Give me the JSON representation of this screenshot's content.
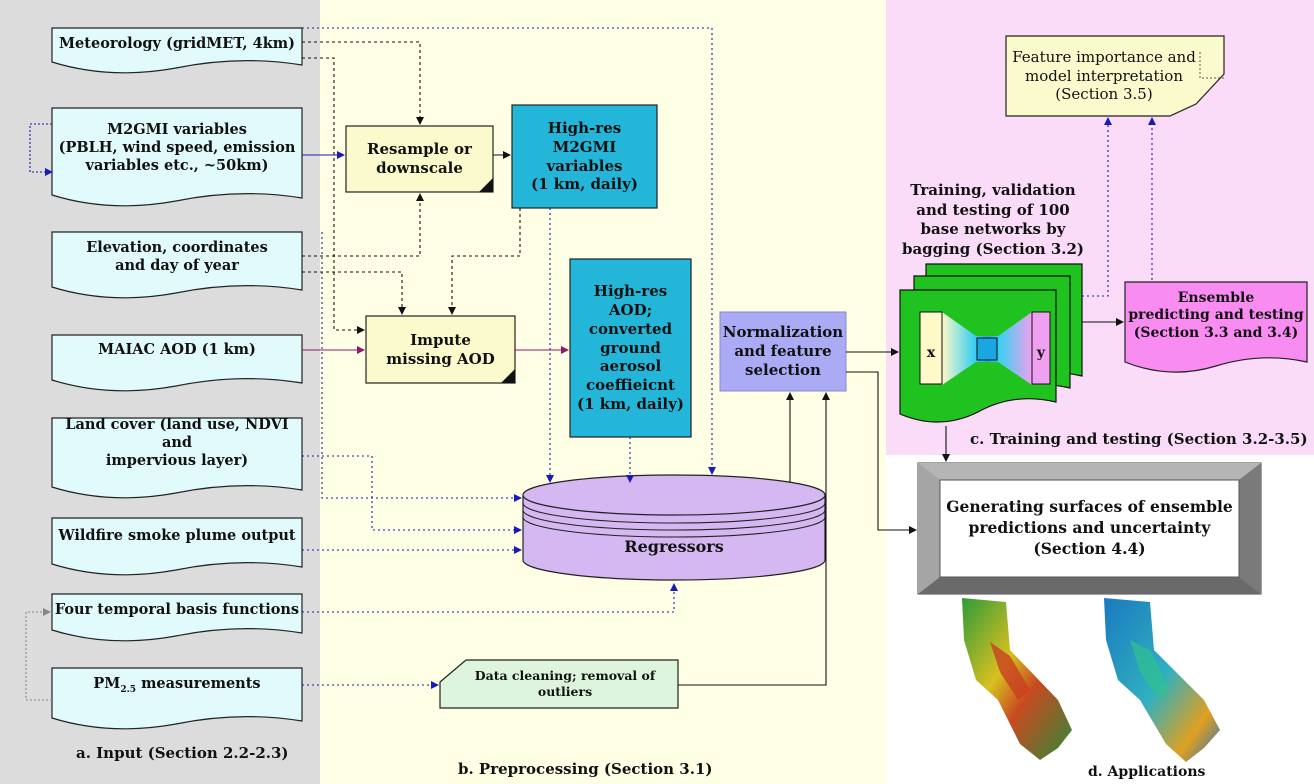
{
  "inputs": {
    "meteorology": "Meteorology (gridMET, 4km)",
    "m2gmi": [
      "M2GMI variables",
      "(PBLH, wind speed, emission",
      "variables etc., ~50km)"
    ],
    "elevation": [
      "Elevation, coordinates",
      "and day of year"
    ],
    "maiac": "MAIAC AOD (1 km)",
    "landcover": [
      "Land cover (land use, NDVI and",
      "impervious layer)"
    ],
    "wildfire": "Wildfire smoke plume output",
    "temporal": "Four temporal basis functions",
    "pm25": {
      "base": "PM",
      "sub": "2.5",
      "rest": " measurements"
    }
  },
  "preprocessing": {
    "resample": [
      "Resample or",
      "downscale"
    ],
    "highres_m2gmi": [
      "High-res",
      "M2GMI",
      "variables",
      "(1 km, daily)"
    ],
    "impute": [
      "Impute",
      "missing AOD"
    ],
    "highres_aod": [
      "High-res",
      "AOD;",
      "converted",
      "ground",
      "aerosol",
      "coeffieicnt",
      "(1 km, daily)"
    ],
    "normalization": [
      "Normalization",
      "and feature",
      "selection"
    ],
    "regressors": "Regressors",
    "data_cleaning": [
      "Data cleaning; removal of",
      "outliers"
    ]
  },
  "training": {
    "title": [
      "Training, validation",
      "and testing of 100",
      "base networks by",
      "bagging (Section 3.2)"
    ],
    "x_label": "x",
    "y_label": "y",
    "ensemble": [
      "Ensemble",
      "predicting and testing",
      "(Section 3.3 and 3.4)"
    ],
    "feature_importance": [
      "Feature importance and",
      "model interpretation",
      "(Section 3.5)"
    ]
  },
  "applications": {
    "generating": [
      "Generating surfaces of ensemble",
      "predictions and uncertainty",
      "(Section 4.4)"
    ]
  },
  "captions": {
    "input": "a. Input (Section 2.2-2.3)",
    "preprocessing": "b. Preprocessing (Section 3.1)",
    "training": "c. Training and testing (Section 3.2-3.5)",
    "applications": "d. Applications"
  },
  "colors": {
    "input_bg": "#dcdcdc",
    "preprocessing_bg": "#ffffe6",
    "training_bg": "#fbdcf8",
    "doc_fill": "#e1fbfd",
    "process_fill": "#fafacd",
    "highres_fill": "#24b6d9",
    "normalization_fill": "#aaaaf5",
    "regressors_fill": "#d5b8f2",
    "network_fill": "#1fc21f",
    "ensemble_fill": "#f88cf0",
    "cleaning_fill": "#dcf5dc",
    "arrow_blue": "#1a1ab4",
    "arrow_purple": "#8c1a6a"
  }
}
